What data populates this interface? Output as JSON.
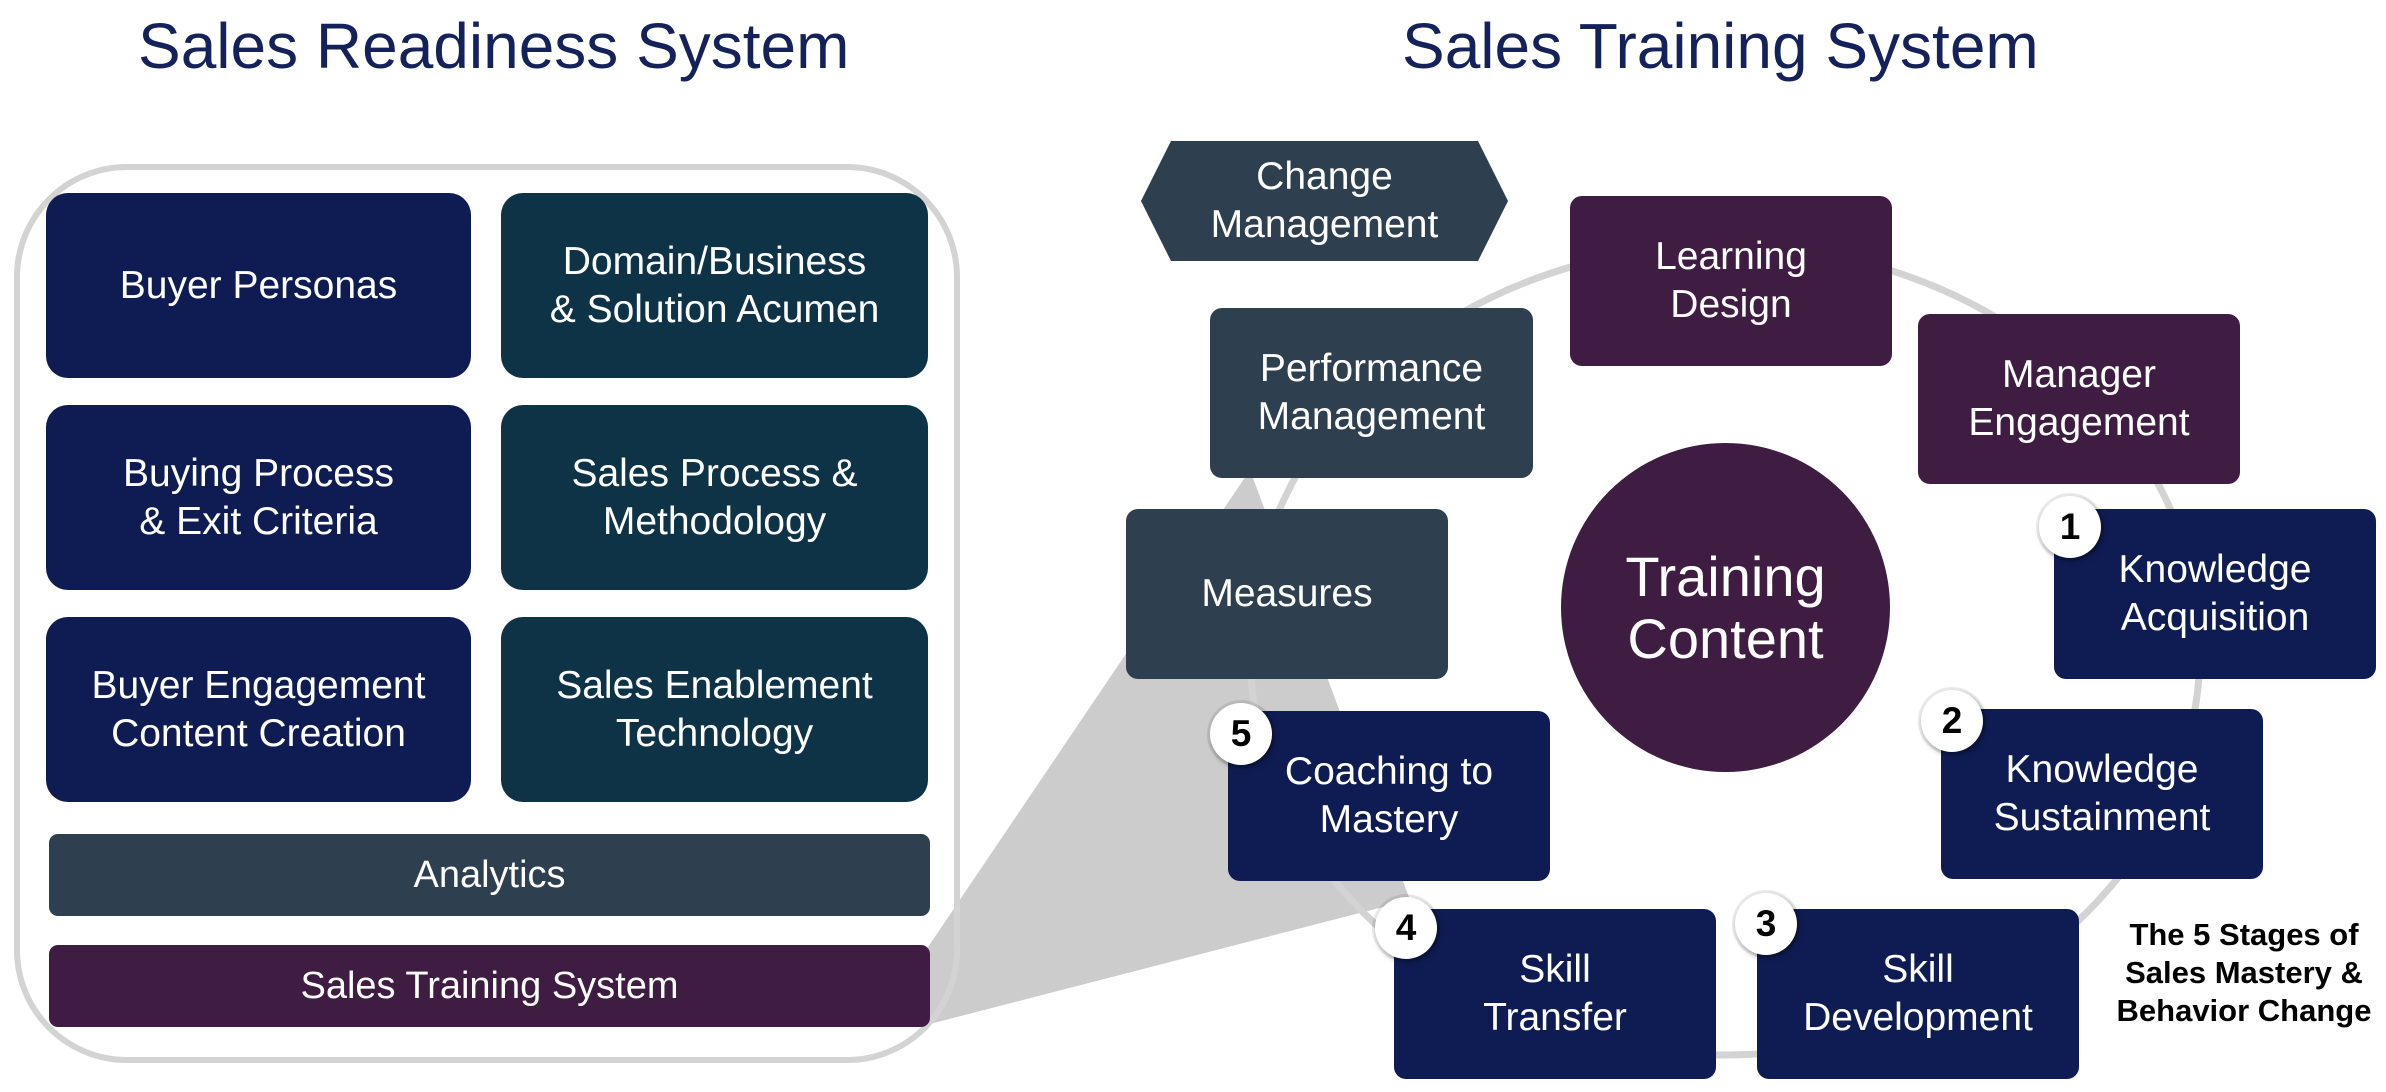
{
  "titles": {
    "left": "Sales Readiness System",
    "right": "Sales Training System"
  },
  "readiness": {
    "buyer_personas": "Buyer Personas",
    "domain_acumen": "Domain/Business\n& Solution Acumen",
    "buying_process": "Buying Process\n& Exit Criteria",
    "sales_process": "Sales Process &\nMethodology",
    "buyer_engagement": "Buyer Engagement\nContent Creation",
    "enablement_tech": "Sales Enablement\nTechnology",
    "analytics": "Analytics",
    "training_system": "Sales Training System"
  },
  "training": {
    "change_management": "Change\nManagement",
    "learning_design": "Learning\nDesign",
    "manager_engagement": "Manager\nEngagement",
    "performance_management": "Performance\nManagement",
    "measures": "Measures",
    "training_content": "Training\nContent",
    "knowledge_acquisition": "Knowledge\nAcquisition",
    "knowledge_sustainment": "Knowledge\nSustainment",
    "skill_development": "Skill\nDevelopment",
    "skill_transfer": "Skill\nTransfer",
    "coaching_mastery": "Coaching to\nMastery"
  },
  "badges": {
    "one": "1",
    "two": "2",
    "three": "3",
    "four": "4",
    "five": "5"
  },
  "caption": "The 5 Stages of\nSales Mastery &\nBehavior Change",
  "colors": {
    "title": "#14215a",
    "navy": "#0f1c54",
    "teal": "#0e3347",
    "slate": "#2e3f4f",
    "plum": "#3f1c42",
    "outline": "#d3d3d3",
    "funnel": "#cccccc"
  }
}
